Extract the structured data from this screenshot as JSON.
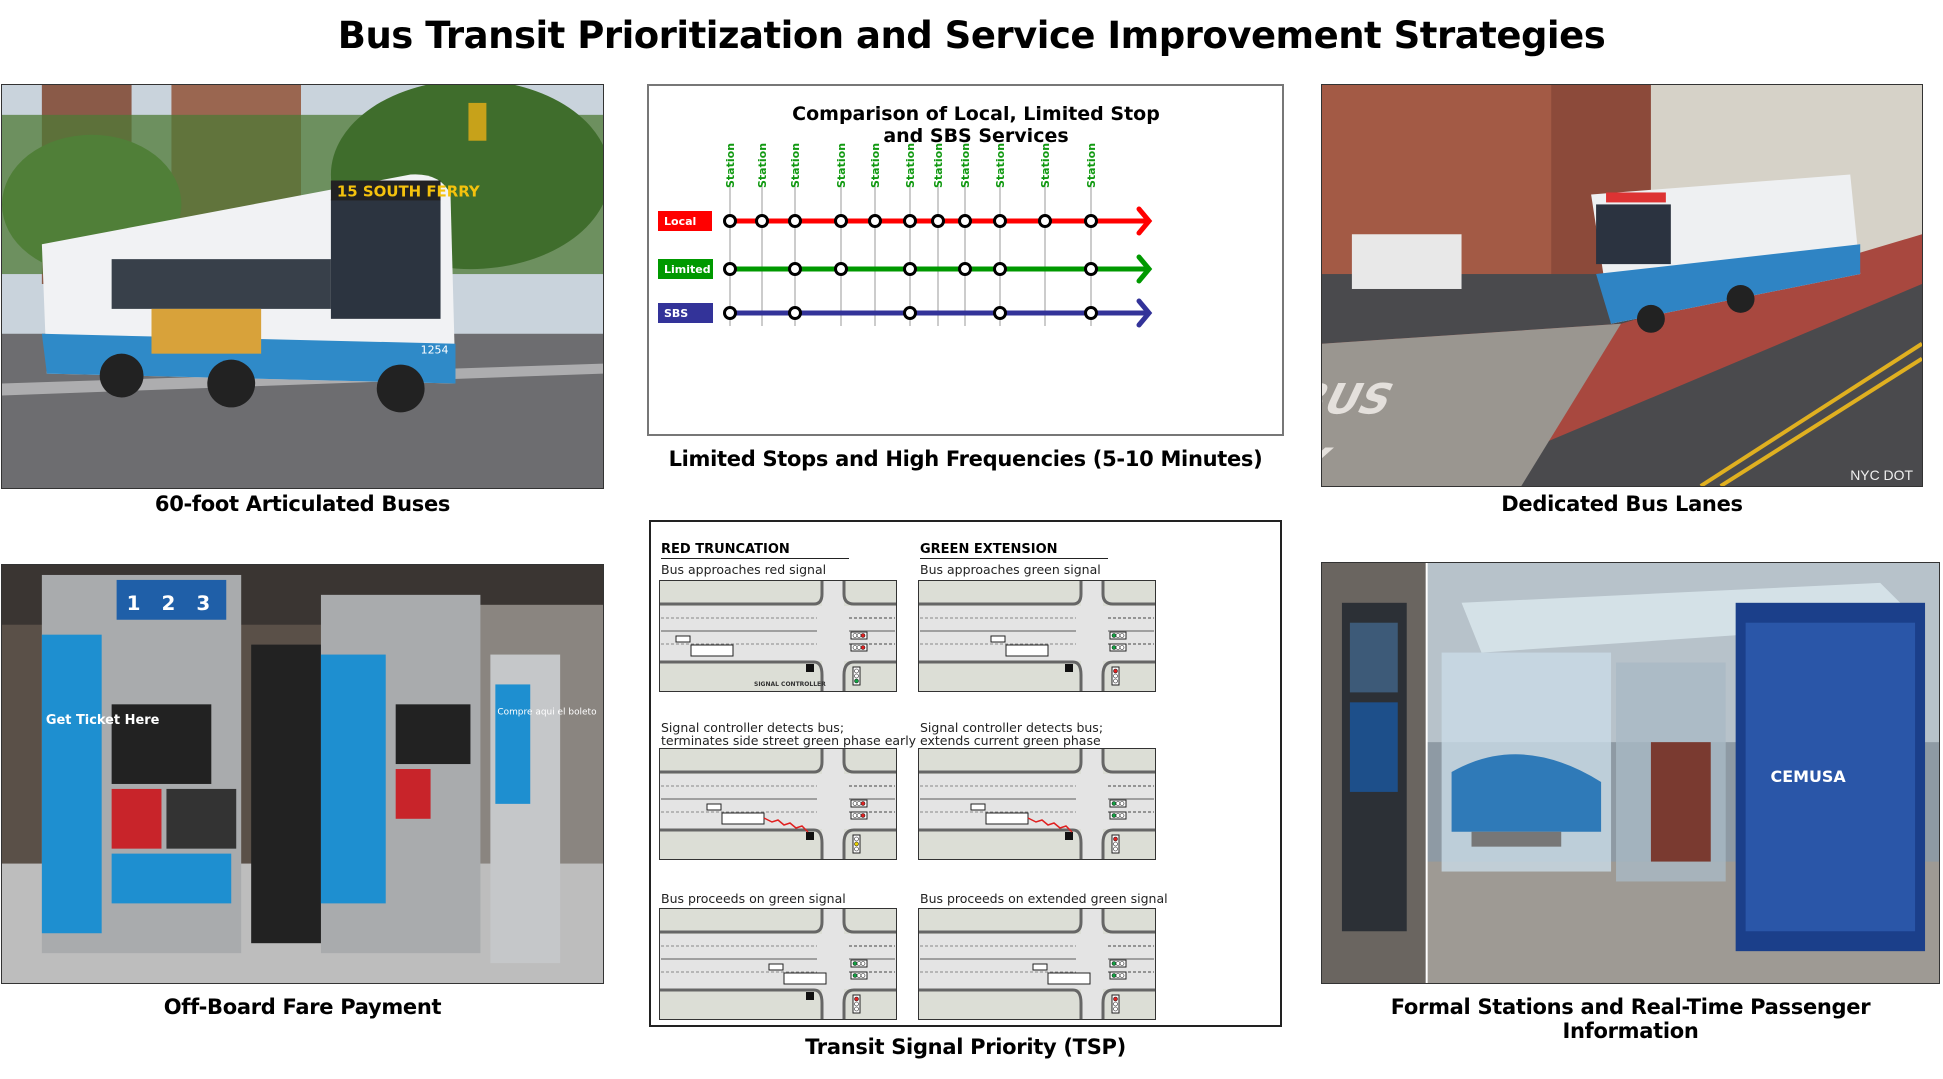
{
  "title": "Bus Transit Prioritization and Service Improvement Strategies",
  "captions": {
    "articulated": "60-foot Articulated Buses",
    "limited_stops": "Limited Stops and High Frequencies (5-10 Minutes)",
    "bus_lanes": "Dedicated Bus Lanes",
    "fare": "Off-Board Fare Payment",
    "tsp": "Transit Signal Priority (TSP)",
    "stations": "Formal Stations and Real-Time Passenger Information"
  },
  "photos": {
    "articulated": {
      "destination_sign": "15 SOUTH FERRY",
      "bus_number": "1254"
    },
    "bus_lanes": {
      "lane_marking_1": "BUS",
      "lane_marking_2": "ONLY",
      "watermark": "NYC DOT"
    },
    "fare": {
      "machine_text": "Get Ticket Here",
      "steps": [
        "1",
        "2",
        "3"
      ],
      "side_text": "Compre aqui el boleto"
    },
    "stations": {
      "brand": "CEMUSA"
    }
  },
  "station_diagram": {
    "title_line1": "Comparison of Local, Limited Stop",
    "title_line2": "and SBS Services",
    "station_label": "Station",
    "station_count": 11,
    "services": [
      {
        "name": "Local",
        "color": "#ff0000",
        "stops": [
          0,
          1,
          2,
          3,
          4,
          5,
          6,
          7,
          8,
          9,
          10
        ]
      },
      {
        "name": "Limited",
        "color": "#009900",
        "stops": [
          0,
          2,
          3,
          5,
          7,
          8,
          10
        ]
      },
      {
        "name": "SBS",
        "color": "#333399",
        "stops": [
          0,
          2,
          5,
          8,
          10
        ]
      }
    ]
  },
  "tsp": {
    "left": {
      "heading": "RED TRUNCATION",
      "steps": [
        {
          "label": "Bus approaches red signal",
          "main_signal": "red",
          "side_signal": "green",
          "controller_label": "SIGNAL CONTROLLER"
        },
        {
          "label": "Signal controller detects bus; terminates side street green phase early",
          "label_line1": "Signal controller detects bus;",
          "label_line2": "terminates side street green phase early",
          "main_signal": "red",
          "side_signal": "yellow"
        },
        {
          "label": "Bus proceeds on green signal",
          "main_signal": "green",
          "side_signal": "red"
        }
      ]
    },
    "right": {
      "heading": "GREEN EXTENSION",
      "steps": [
        {
          "label": "Bus approaches green signal",
          "main_signal": "green",
          "side_signal": "red"
        },
        {
          "label": "Signal controller detects bus; extends current green phase",
          "label_line1": "Signal controller detects bus;",
          "label_line2": "extends current green phase",
          "main_signal": "green",
          "side_signal": "red"
        },
        {
          "label": "Bus proceeds on extended green signal",
          "main_signal": "green",
          "side_signal": "red"
        }
      ]
    }
  }
}
